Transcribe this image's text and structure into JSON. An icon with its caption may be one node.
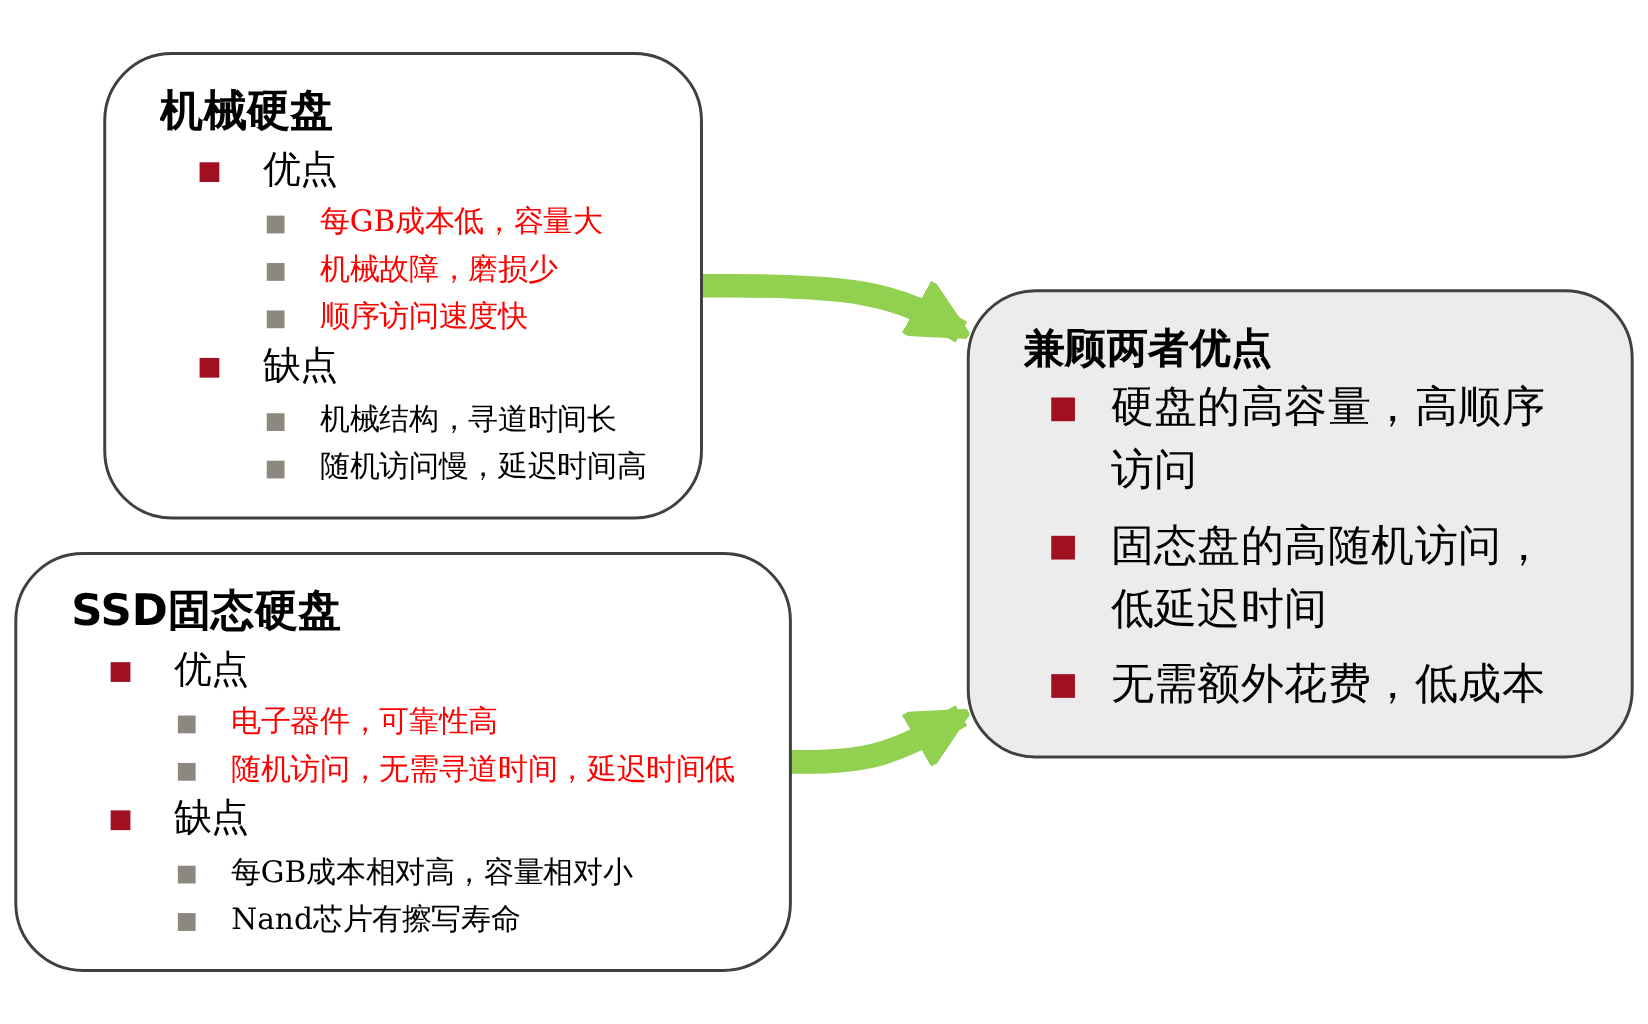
{
  "diagram": {
    "nodes": [
      {
        "text": [
          "机械硬盘",
          "优点",
          "每GB成本低，容量大",
          "机械故障，磨损少",
          "顺序访问速度快",
          "缺点",
          "机械结构，寻道时间长",
          "随机访问慢，延迟时间高"
        ]
      },
      {
        "text": [
          "SSD固态硬盘",
          "优点",
          "电子器件，可靠性高",
          "随机访问，无需寻道时间，延迟时间低",
          "缺点",
          "每GB成本相对高，容量相对小",
          "Nand芯片有擦写寿命"
        ]
      },
      {
        "text": [
          "兼顾两者优点",
          "硬盘的高容量，高顺序访问",
          "固态盘的高随机访问，低延迟时间",
          "无需额外花费，低成本"
        ]
      }
    ],
    "edges": [
      {
        "from": 0,
        "to": 2,
        "arrow": "to",
        "color": "#92d050"
      },
      {
        "from": 1,
        "to": 2,
        "arrow": "to",
        "color": "#92d050"
      }
    ]
  }
}
